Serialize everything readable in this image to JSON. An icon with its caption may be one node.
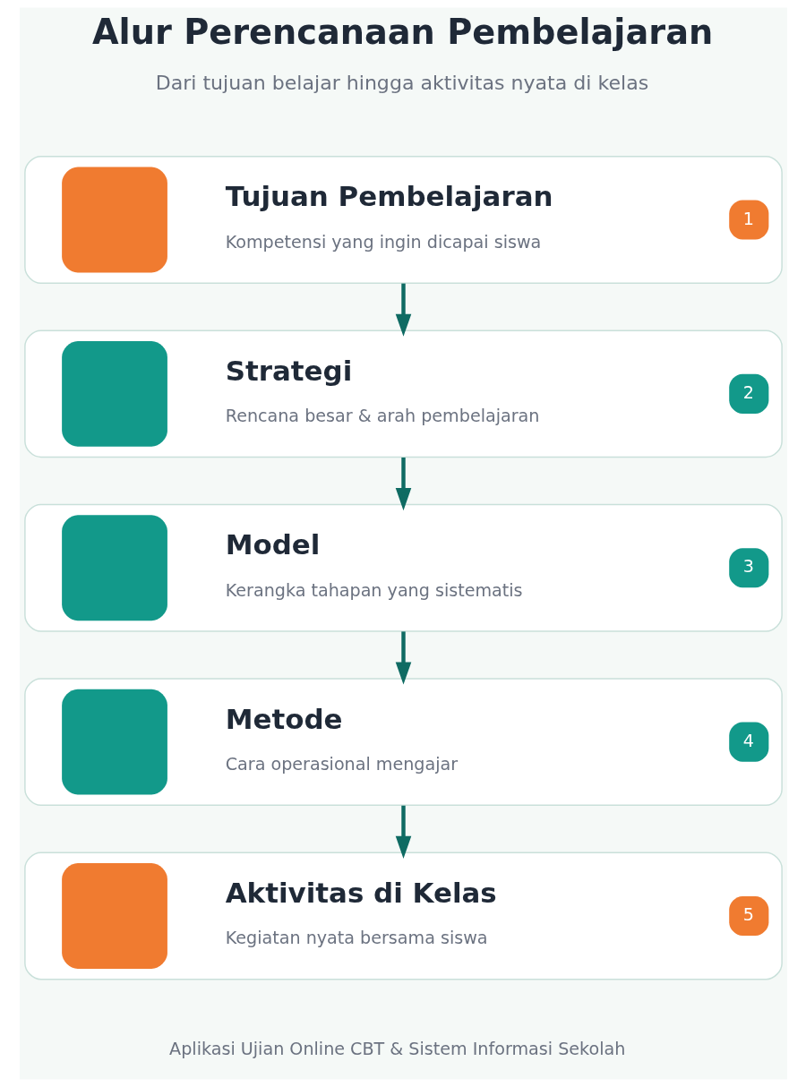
{
  "diagram": {
    "title": "Alur Perencanaan Pembelajaran",
    "nodes": [
      {
        "text": [
          "Tujuan Pembelajaran",
          "Kompetensi yang ingin dicapai siswa",
          "1"
        ]
      },
      {
        "text": [
          "Strategi",
          "Rencana besar & arah pembelajaran",
          "2"
        ]
      },
      {
        "text": [
          "Model",
          "Kerangka tahapan yang sistematis",
          "3"
        ]
      },
      {
        "text": [
          "Metode",
          "Cara operasional mengajar",
          "4"
        ]
      },
      {
        "text": [
          "Aktivitas di Kelas",
          "Kegiatan nyata bersama siswa",
          "5"
        ]
      }
    ],
    "edges": [
      {
        "from": 0,
        "to": 1,
        "arrow": "to"
      },
      {
        "from": 1,
        "to": 2,
        "arrow": "to"
      },
      {
        "from": 2,
        "to": 3,
        "arrow": "to"
      },
      {
        "from": 3,
        "to": 4,
        "arrow": "to"
      }
    ],
    "labels": [
      "Dari tujuan belajar hingga aktivitas nyata di kelas",
      "Aplikasi Ujian Online CBT & Sistem Informasi Sekolah"
    ]
  }
}
